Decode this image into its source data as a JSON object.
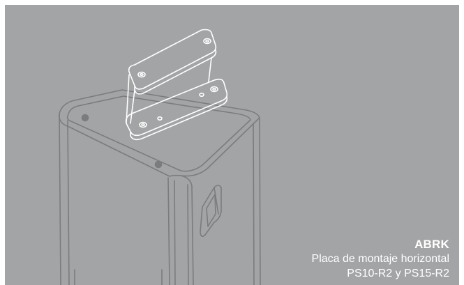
{
  "caption": {
    "code": "ABRK",
    "line1": "Placa de montaje horizontal",
    "line2": "PS10-R2 y PS15-R2"
  },
  "colors": {
    "background": "#a3a4a6",
    "line": "#7b7c7e",
    "bracket_line": "#ffffff",
    "caption_text": "#ffffff"
  }
}
